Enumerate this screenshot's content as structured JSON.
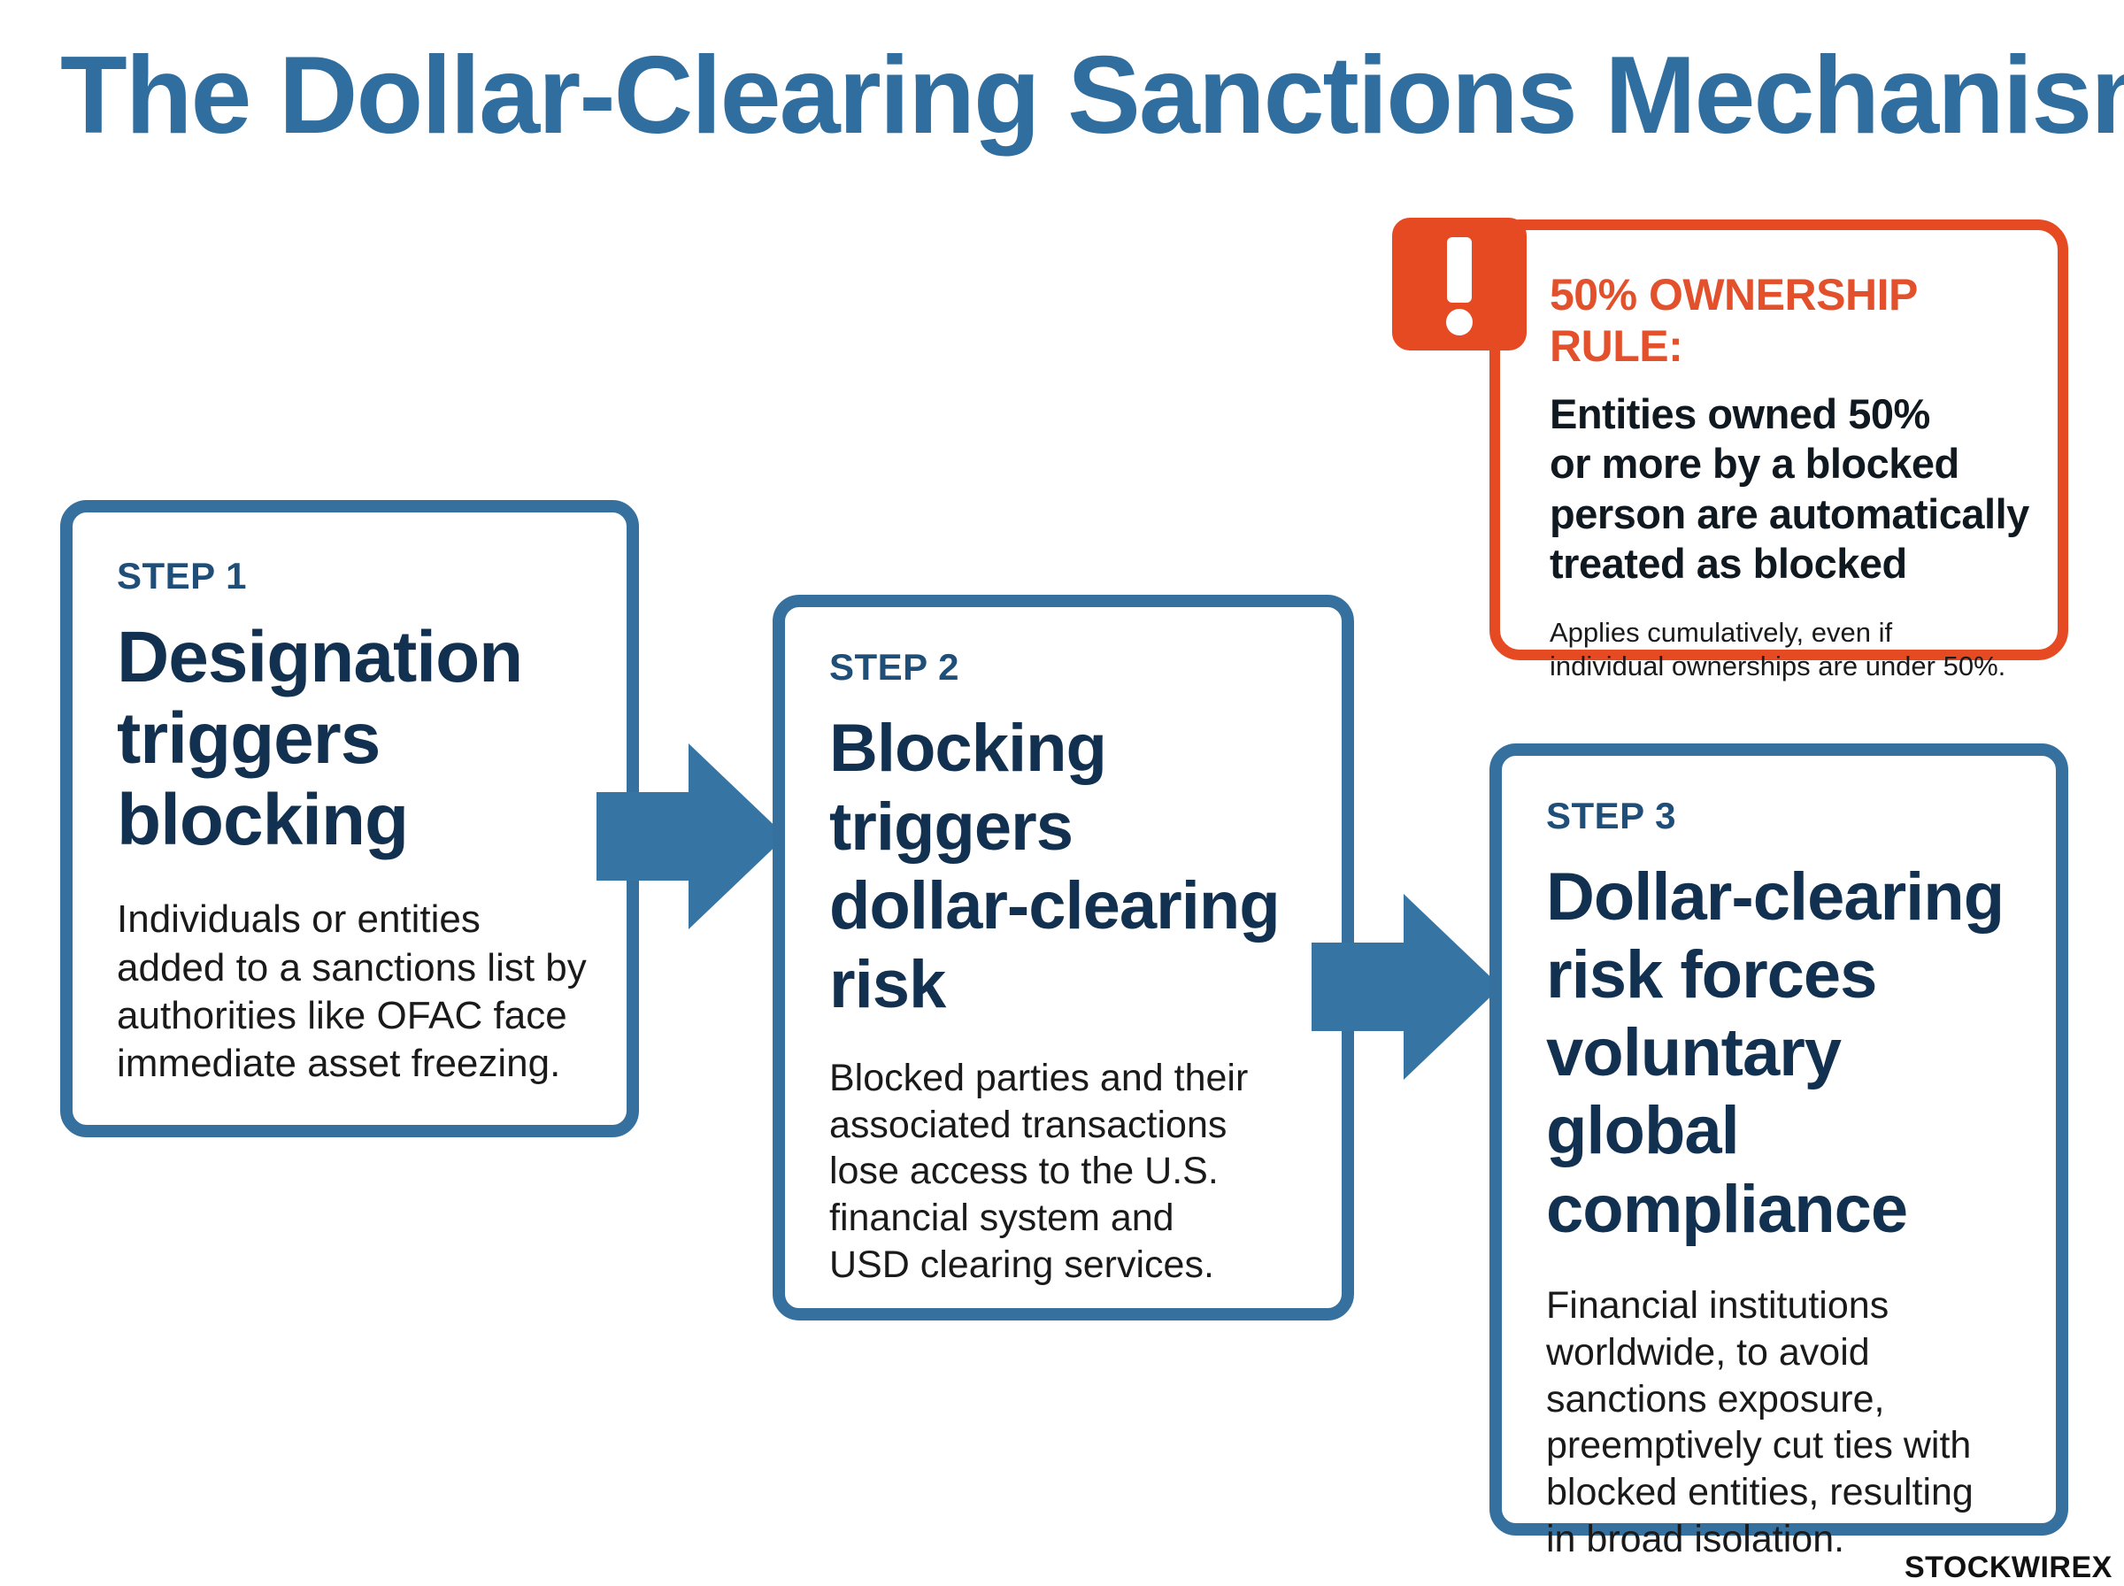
{
  "title": "The Dollar-Clearing Sanctions Mechanism",
  "steps": [
    {
      "label": "STEP 1",
      "heading": [
        "Designation",
        "triggers",
        "blocking"
      ],
      "description": [
        "Individuals or entities",
        "added to a sanctions list by",
        "authorities like OFAC face",
        "immediate asset freezing."
      ]
    },
    {
      "label": "STEP 2",
      "heading": [
        "Blocking",
        "triggers",
        "dollar-clearing",
        "risk"
      ],
      "description": [
        "Blocked parties and their",
        "associated transactions",
        "lose access to the U.S.",
        "financial system and",
        "USD clearing services."
      ]
    },
    {
      "label": "STEP 3",
      "heading": [
        "Dollar-clearing",
        "risk forces",
        "voluntary global",
        "compliance"
      ],
      "description": [
        "Financial institutions",
        "worldwide, to avoid",
        "sanctions exposure,",
        "preemptively cut ties with",
        "blocked entities, resulting",
        "in broad isolation."
      ]
    }
  ],
  "rule": {
    "icon": "exclamation-icon",
    "title": "50% OWNERSHIP RULE:",
    "body": [
      "Entities owned 50%",
      "or more by a blocked",
      "person are automatically",
      "treated as blocked"
    ],
    "note": [
      "Applies cumulatively, even if",
      "individual ownerships are under 50%."
    ]
  },
  "brand": {
    "name": "STOCKWIRE",
    "mark": "X"
  },
  "colors": {
    "title": "#2f6e9f",
    "step_border": "#35709f",
    "arrow": "#3574a3",
    "heading": "#12304f",
    "alert": "#e64a23"
  }
}
